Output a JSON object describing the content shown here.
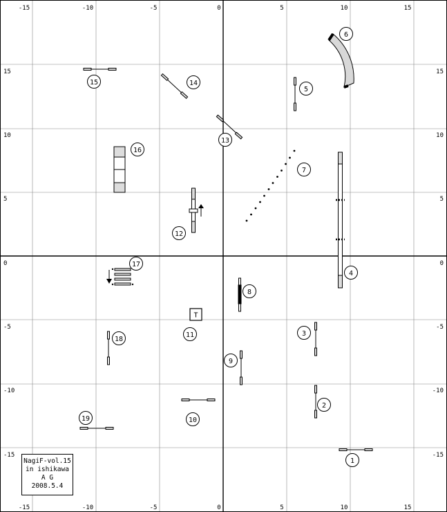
{
  "axis_labels": {
    "x": [
      "-15",
      "-10",
      "-5",
      "0",
      "5",
      "10",
      "15"
    ],
    "y": [
      "15",
      "10",
      "5",
      "0",
      "-5",
      "-10",
      "-15"
    ]
  },
  "obstacles": [
    {
      "id": "1",
      "number": "1",
      "kind": "jump"
    },
    {
      "id": "2",
      "number": "2",
      "kind": "jump"
    },
    {
      "id": "3",
      "number": "3",
      "kind": "jump"
    },
    {
      "id": "4",
      "number": "4",
      "kind": "dogwalk"
    },
    {
      "id": "5",
      "number": "5",
      "kind": "jump"
    },
    {
      "id": "6",
      "number": "6",
      "kind": "curved-tunnel"
    },
    {
      "id": "7",
      "number": "7",
      "kind": "weave-poles"
    },
    {
      "id": "8",
      "number": "8",
      "kind": "jump"
    },
    {
      "id": "9",
      "number": "9",
      "kind": "jump"
    },
    {
      "id": "10",
      "number": "10",
      "kind": "jump"
    },
    {
      "id": "11",
      "number": "11",
      "kind": "table"
    },
    {
      "id": "12",
      "number": "12",
      "kind": "seesaw"
    },
    {
      "id": "13",
      "number": "13",
      "kind": "jump"
    },
    {
      "id": "14",
      "number": "14",
      "kind": "jump"
    },
    {
      "id": "15",
      "number": "15",
      "kind": "jump"
    },
    {
      "id": "16",
      "number": "16",
      "kind": "a-frame"
    },
    {
      "id": "17",
      "number": "17",
      "kind": "long-jump"
    },
    {
      "id": "18",
      "number": "18",
      "kind": "jump"
    },
    {
      "id": "19",
      "number": "19",
      "kind": "jump"
    }
  ],
  "table_label": "T",
  "info": {
    "line1": "NagiF-vol.15",
    "line2": "in ishikawa",
    "line3": "A G",
    "line4": "2008.5.4"
  }
}
